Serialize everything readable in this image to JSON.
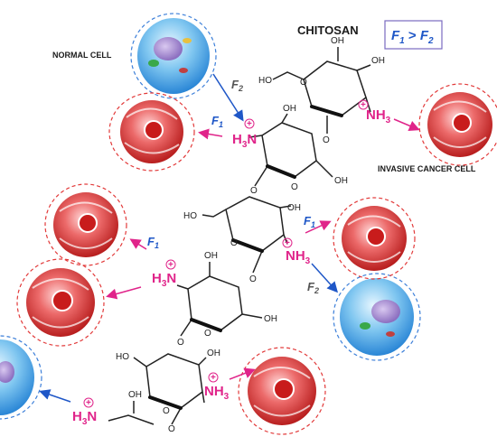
{
  "labels": {
    "title": "CHITOSAN",
    "normal_cell": "NORMAL CELL",
    "cancer_cell": "INVASIVE CANCER CELL",
    "legend_F1": "F",
    "legend_sub1": "1",
    "legend_gt": " > ",
    "legend_F2": "F",
    "legend_sub2": "2"
  },
  "forces": {
    "f1": "F",
    "f1_sub": "1",
    "f2": "F",
    "f2_sub": "2"
  },
  "chem": {
    "oh": "OH",
    "ho": "HO",
    "o": "O",
    "plus": "+",
    "nh3": "NH",
    "h3n": "H",
    "n": "N",
    "sub3": "3"
  },
  "colors": {
    "cancer_fill": "#e23a3a",
    "normal_fill": "#3ea0e6",
    "amine": "#e0248a",
    "force_blue": "#1f57c7"
  }
}
